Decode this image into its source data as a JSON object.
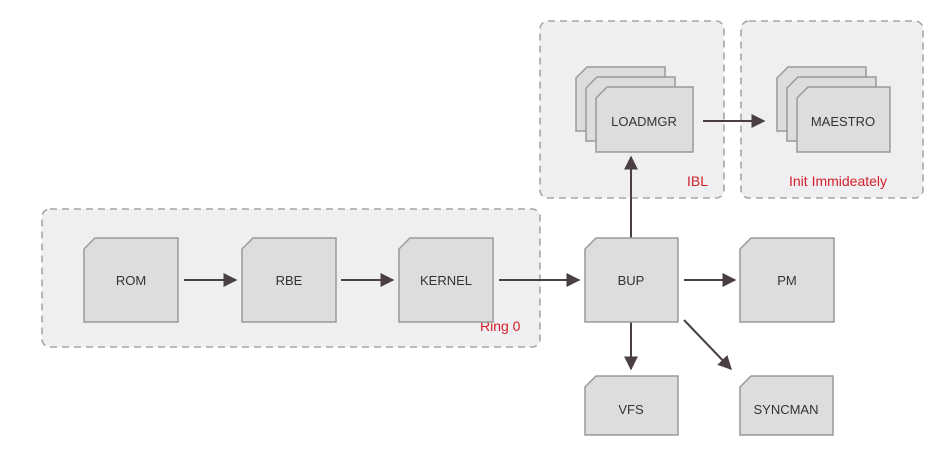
{
  "colors": {
    "group_fill": "#efeff1",
    "group_border": "#a6a6a6",
    "node_fill": "#dddddd",
    "node_border": "#9a9a9a",
    "node_text": "#333333",
    "label_red": "#d4202a",
    "arrow": "#4a4042"
  },
  "groups": {
    "ring0": {
      "label": "Ring 0"
    },
    "ibl": {
      "label": "IBL"
    },
    "init": {
      "label": "Init Immideately"
    }
  },
  "nodes": {
    "rom": {
      "label": "ROM"
    },
    "rbe": {
      "label": "RBE"
    },
    "kernel": {
      "label": "KERNEL"
    },
    "bup": {
      "label": "BUP"
    },
    "pm": {
      "label": "PM"
    },
    "vfs": {
      "label": "VFS"
    },
    "syncman": {
      "label": "SYNCMAN"
    },
    "loadmgr": {
      "label": "LOADMGR"
    },
    "maestro": {
      "label": "MAESTRO"
    }
  },
  "edges": [
    {
      "from": "ROM",
      "to": "RBE"
    },
    {
      "from": "RBE",
      "to": "KERNEL"
    },
    {
      "from": "KERNEL",
      "to": "BUP"
    },
    {
      "from": "BUP",
      "to": "PM"
    },
    {
      "from": "BUP",
      "to": "VFS"
    },
    {
      "from": "BUP",
      "to": "SYNCMAN"
    },
    {
      "from": "BUP",
      "to": "LOADMGR"
    },
    {
      "from": "LOADMGR",
      "to": "MAESTRO"
    }
  ]
}
